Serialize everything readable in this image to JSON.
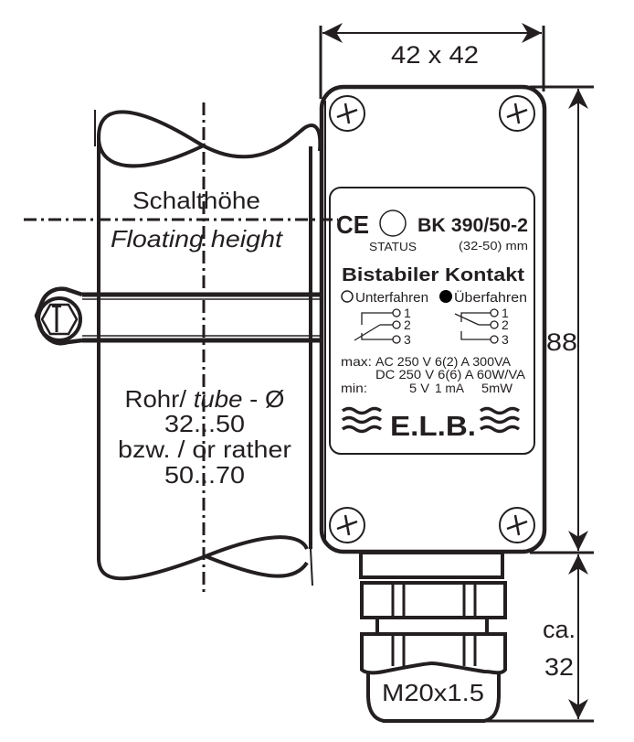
{
  "dimensions": {
    "width_label": "42 x 42",
    "height_label": "88",
    "gland_height_label_line1": "ca.",
    "gland_height_label_line2": "32"
  },
  "pipe": {
    "floating_height_de": "Schalthöhe",
    "floating_height_en": "Floating height",
    "tube_line1_de": "Rohr/ ",
    "tube_line1_en": "tube",
    "tube_line1_suffix": " - Ø",
    "tube_line2": "32...50",
    "tube_line3": "bzw. / or rather",
    "tube_line4": "50...70"
  },
  "label": {
    "ce_mark": "CE",
    "status": "STATUS",
    "model": "BK 390/50-2",
    "range": "(32-50) mm",
    "title": "Bistabiler Kontakt",
    "state_left": "Unterfahren",
    "state_right": "Überfahren",
    "terminals": [
      "1",
      "2",
      "3"
    ],
    "max_label": "max:",
    "min_label": "min:",
    "ac_rating": "AC 250 V  6(2) A  300VA",
    "dc_rating": "DC 250 V  6(6) A    60W/VA",
    "min_rating_v": "5 V",
    "min_rating_a": "1 mA",
    "min_rating_w": "5mW",
    "brand": "E.L.B."
  },
  "gland": {
    "thread": "M20x1.5"
  }
}
